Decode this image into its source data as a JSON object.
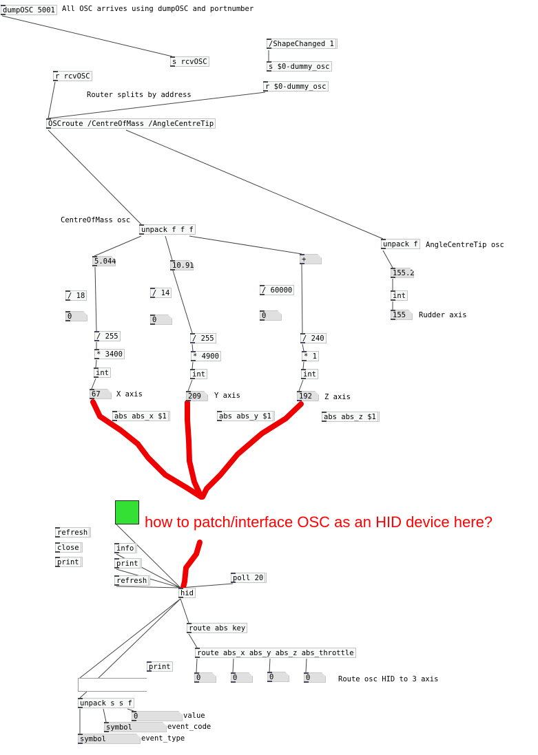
{
  "objects": {
    "dumposc": "dumpOSC 5001",
    "s_rcvosc": "s rcvOSC",
    "shape_msg": "/ShapeChanged 1",
    "s_dummy": "s $0-dummy_osc",
    "r_rcvosc": "r rcvOSC",
    "r_dummy": "r $0-dummy_osc",
    "oscroute": "OSCroute /CentreOfMass /AngleCentreTip",
    "unpack_fff": "unpack f f f",
    "unpack_f": "unpack f",
    "div18": "/ 18",
    "div14": "/ 14",
    "div60000": "/ 60000",
    "div255a": "/ 255",
    "div255b": "/ 255",
    "div240": "/ 240",
    "mul3400": "* 3400",
    "mul4900": "* 4900",
    "mul1": "* 1",
    "int": "int",
    "hid": "hid",
    "route_abs_key": "route abs key",
    "route_axes": "route abs_x abs_y abs_z abs_throttle",
    "print_obj": "print",
    "unpack_ssf": "unpack s s f"
  },
  "messages": {
    "abs_x": "abs abs_x $1",
    "abs_y": "abs abs_y $1",
    "abs_z": "abs abs_z $1",
    "refresh": "refresh",
    "close": "close",
    "print": "print",
    "info": "info",
    "poll": "poll 20"
  },
  "numbers": {
    "x_raw": "5.044",
    "y_raw": "10.91",
    "z_raw": "+",
    "angle_raw": "155.2",
    "rudder": "155",
    "zero": "0",
    "x_axis": "67",
    "y_axis": "209",
    "z_axis": "192",
    "symbol": "symbol"
  },
  "comments": {
    "all_osc": "All OSC arrives using dumpOSC and portnumber",
    "router": "Router splits by address",
    "centre": "CentreOfMass osc",
    "angle": "AngleCentreTip osc",
    "rudder": "Rudder axis",
    "x_axis": "X axis",
    "y_axis": "Y axis",
    "z_axis": "Z axis",
    "route_hid": "Route osc HID to 3 axis",
    "value": "value",
    "event_code": "event_code",
    "event_type": "event_type"
  },
  "annotation": "how to patch/interface OSC as an HID device here?",
  "colors": {
    "annotation": "#ff0000",
    "toggle": "#33e033"
  }
}
